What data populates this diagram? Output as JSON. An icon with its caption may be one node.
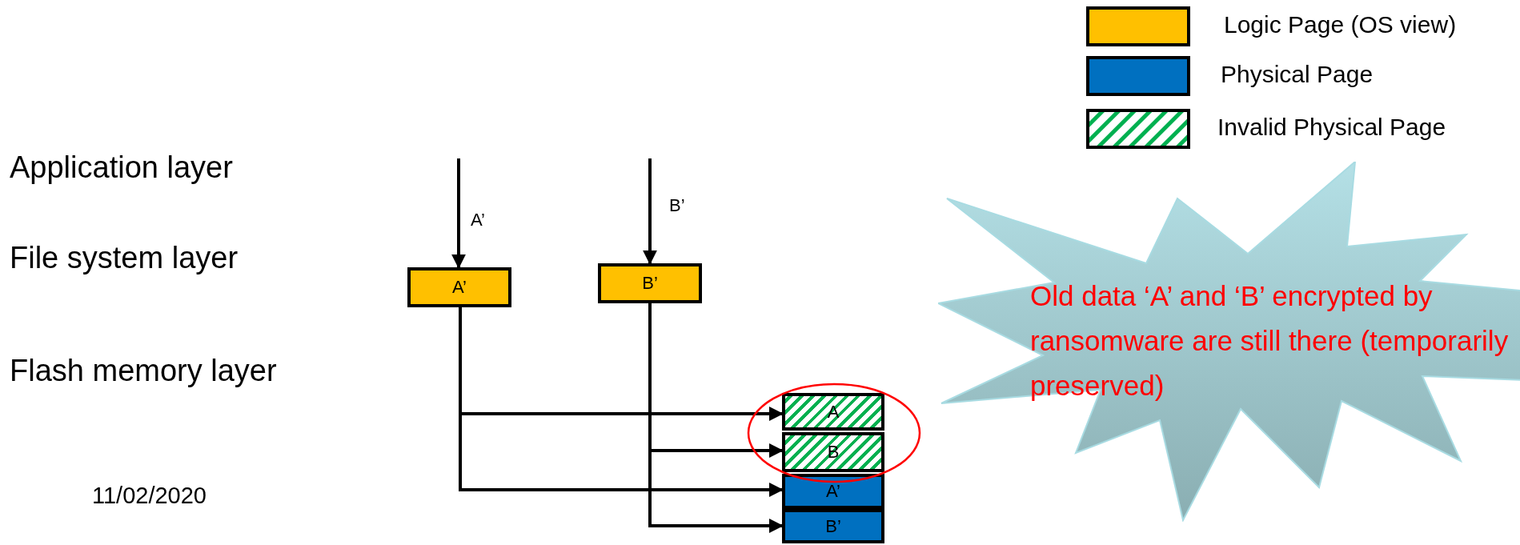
{
  "diagram": {
    "nodes": [
      {
        "text": [
          "A’"
        ]
      },
      {
        "text": [
          "B’"
        ]
      },
      {
        "text": [
          "A"
        ]
      },
      {
        "text": [
          "B"
        ]
      },
      {
        "text": [
          "A’"
        ]
      },
      {
        "text": [
          "B’"
        ]
      },
      {
        "text": [
          "Old data ‘A’ and ‘B’ encrypted by ransomware are still there (temporarily preserved)"
        ]
      }
    ],
    "edges": [
      {
        "from": null,
        "to": 0,
        "arrow": "to",
        "label": "A’"
      },
      {
        "from": null,
        "to": 1,
        "arrow": "to",
        "label": "B’"
      },
      {
        "from": 0,
        "to": 2,
        "arrow": "to"
      },
      {
        "from": 1,
        "to": 3,
        "arrow": "to"
      },
      {
        "from": 0,
        "to": 4,
        "arrow": "to"
      },
      {
        "from": 1,
        "to": 5,
        "arrow": "to"
      }
    ],
    "labels": [
      "Application layer",
      "File system layer",
      "Flash memory layer",
      "11/02/2020"
    ],
    "legend": [
      {
        "text": "Logic Page (OS view)",
        "color": "#ffc000"
      },
      {
        "text": "Physical Page",
        "color": "#0070c0"
      },
      {
        "text": "Invalid Physical Page"
      }
    ]
  }
}
